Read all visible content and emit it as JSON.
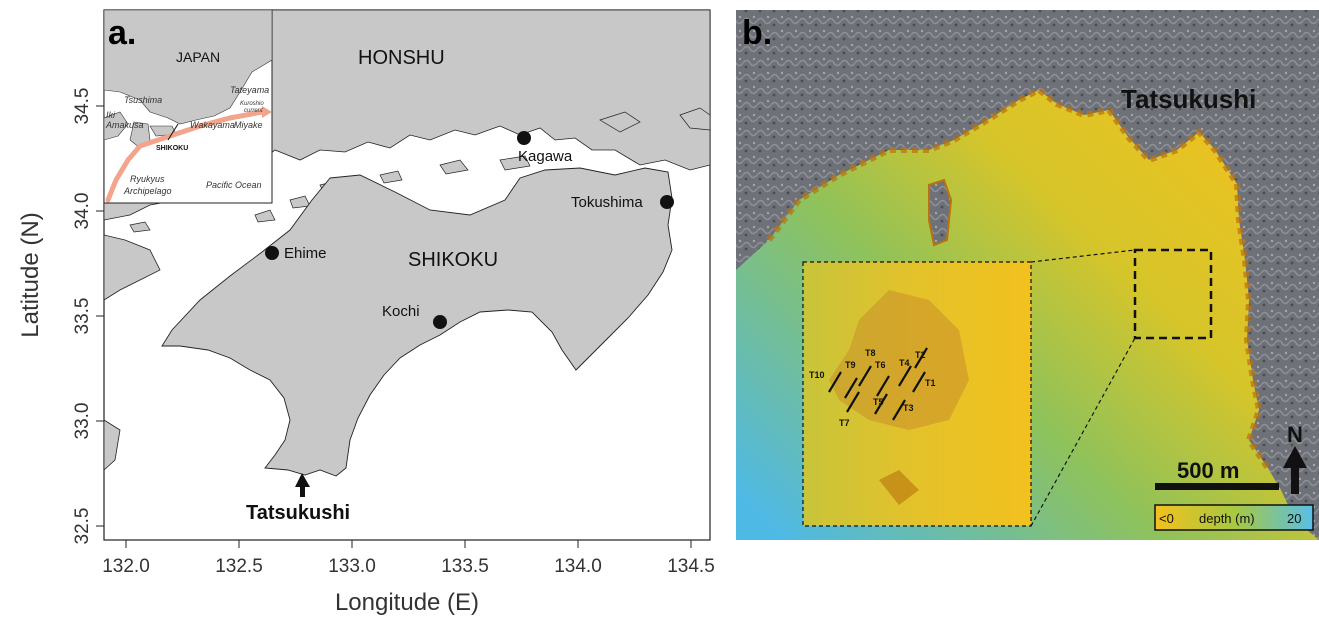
{
  "panel_a": {
    "letter": "a.",
    "xlabel": "Longitude (E)",
    "ylabel": "Latitude (N)",
    "xticks": [
      "132.0",
      "132.5",
      "133.0",
      "133.5",
      "134.0",
      "134.5"
    ],
    "yticks": [
      "32.5",
      "33.0",
      "33.5",
      "34.0",
      "34.5"
    ],
    "regions": {
      "honshu": "HONSHU",
      "shikoku": "SHIKOKU"
    },
    "cities": {
      "kagawa": "Kagawa",
      "tokushima": "Tokushima",
      "ehime": "Ehime",
      "kochi": "Kochi"
    },
    "site_label": "Tatsukushi",
    "inset": {
      "japan": "JAPAN",
      "tsushima": "Tsushima",
      "iki": "Iki",
      "amakusa": "Amakusa",
      "tateyama": "Tateyama",
      "kuroshio": "Kuroshio",
      "current": "current",
      "miyake": "Miyake",
      "wakayama": "Wakayama",
      "shikoku": "SHIKOKU",
      "ryukyus": "Ryukyus",
      "archipelago": "Archipelago",
      "pacific": "Pacific Ocean"
    }
  },
  "panel_b": {
    "letter": "b.",
    "place": "Tatsukushi",
    "transects": [
      "T10",
      "T9",
      "T8",
      "T6",
      "T4",
      "T2",
      "T1",
      "T5",
      "T3",
      "T7"
    ],
    "north": "N",
    "scale": "500 m",
    "legend": {
      "min": "<0",
      "label": "depth (m)",
      "max": "20"
    }
  },
  "colors": {
    "land": "#c8c8c8",
    "sea": "#ffffff",
    "shallow": "#f0c020",
    "deep": "#5cc0e8",
    "current": "#f2a48c"
  }
}
